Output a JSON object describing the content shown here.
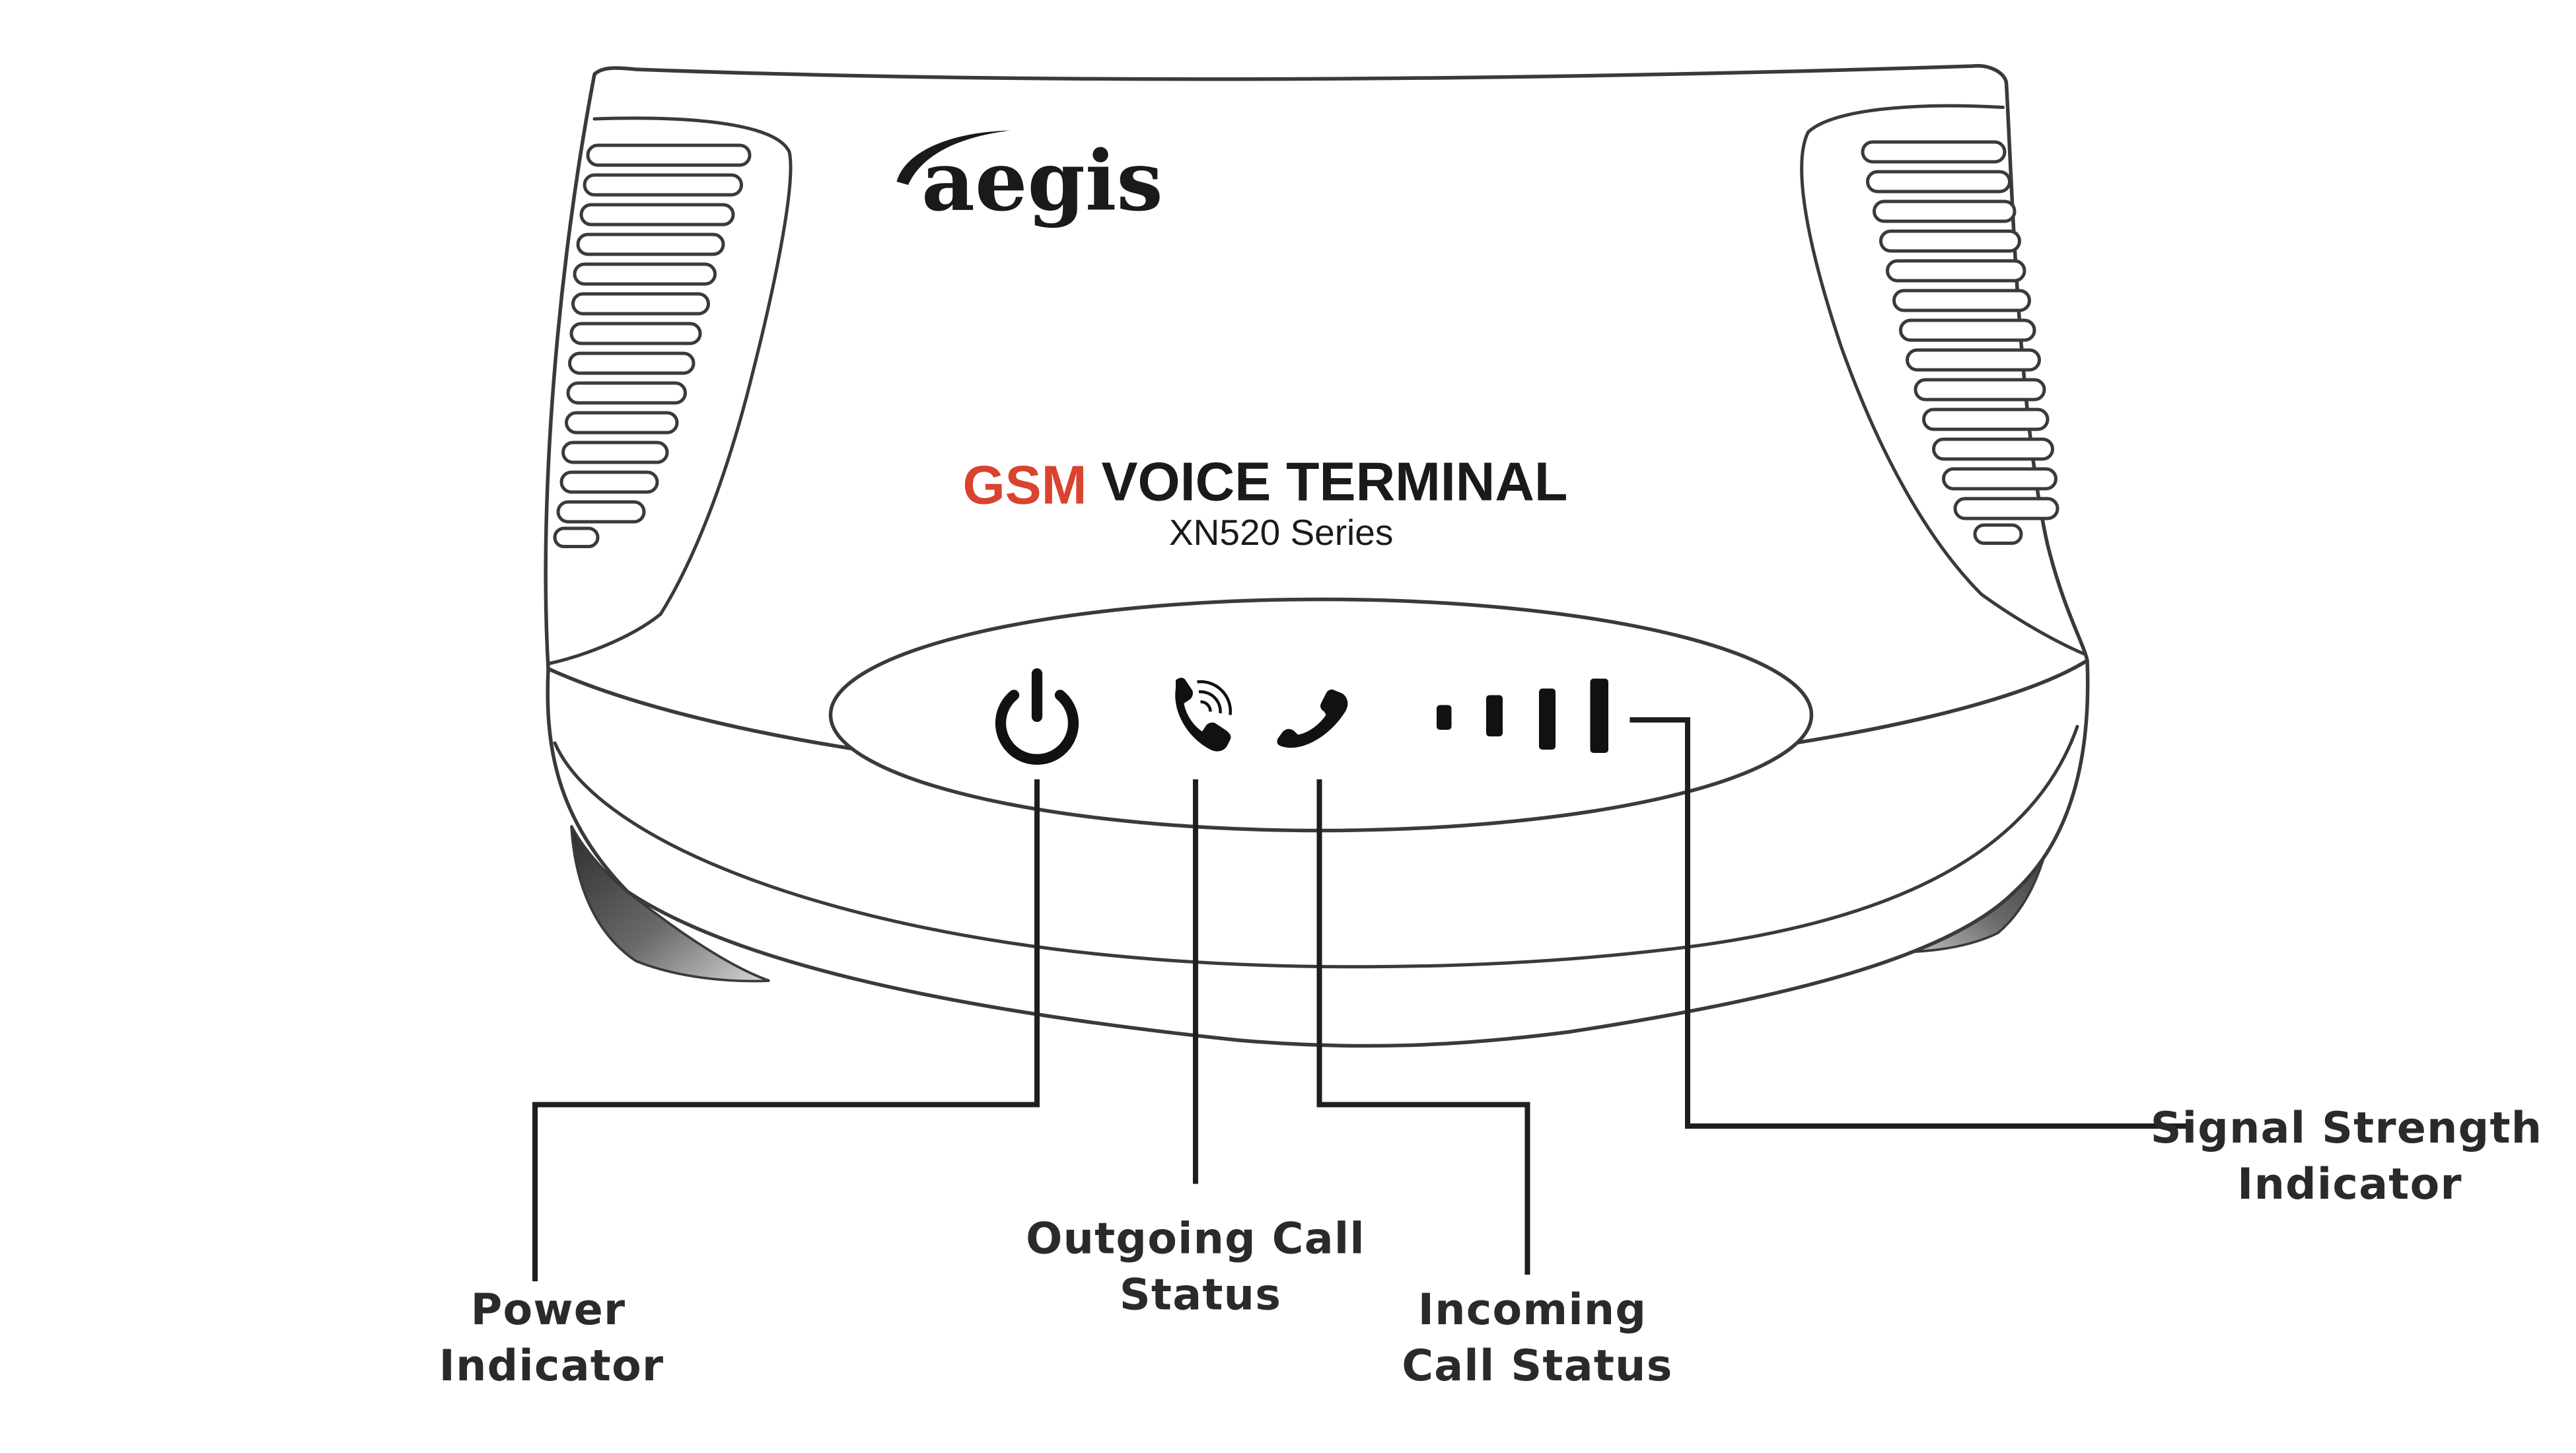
{
  "device": {
    "brand": "aegis",
    "product_prefix": "GSM",
    "product_name": "VOICE TERMINAL",
    "series": "XN520 Series"
  },
  "colors": {
    "accent": "#d9432f",
    "ink": "#1a1a1a",
    "line": "#3a3a3a"
  },
  "indicators": [
    {
      "id": "power",
      "icon": "power-icon",
      "label_lines": [
        "Power",
        "Indicator"
      ]
    },
    {
      "id": "outgoing",
      "icon": "outgoing-call-icon",
      "label_lines": [
        "Outgoing Call",
        "Status"
      ]
    },
    {
      "id": "incoming",
      "icon": "incoming-call-icon",
      "label_lines": [
        "Incoming",
        "Call Status"
      ]
    },
    {
      "id": "signal",
      "icon": "signal-strength-icon",
      "label_lines": [
        "Signal Strength",
        "Indicator"
      ]
    }
  ]
}
